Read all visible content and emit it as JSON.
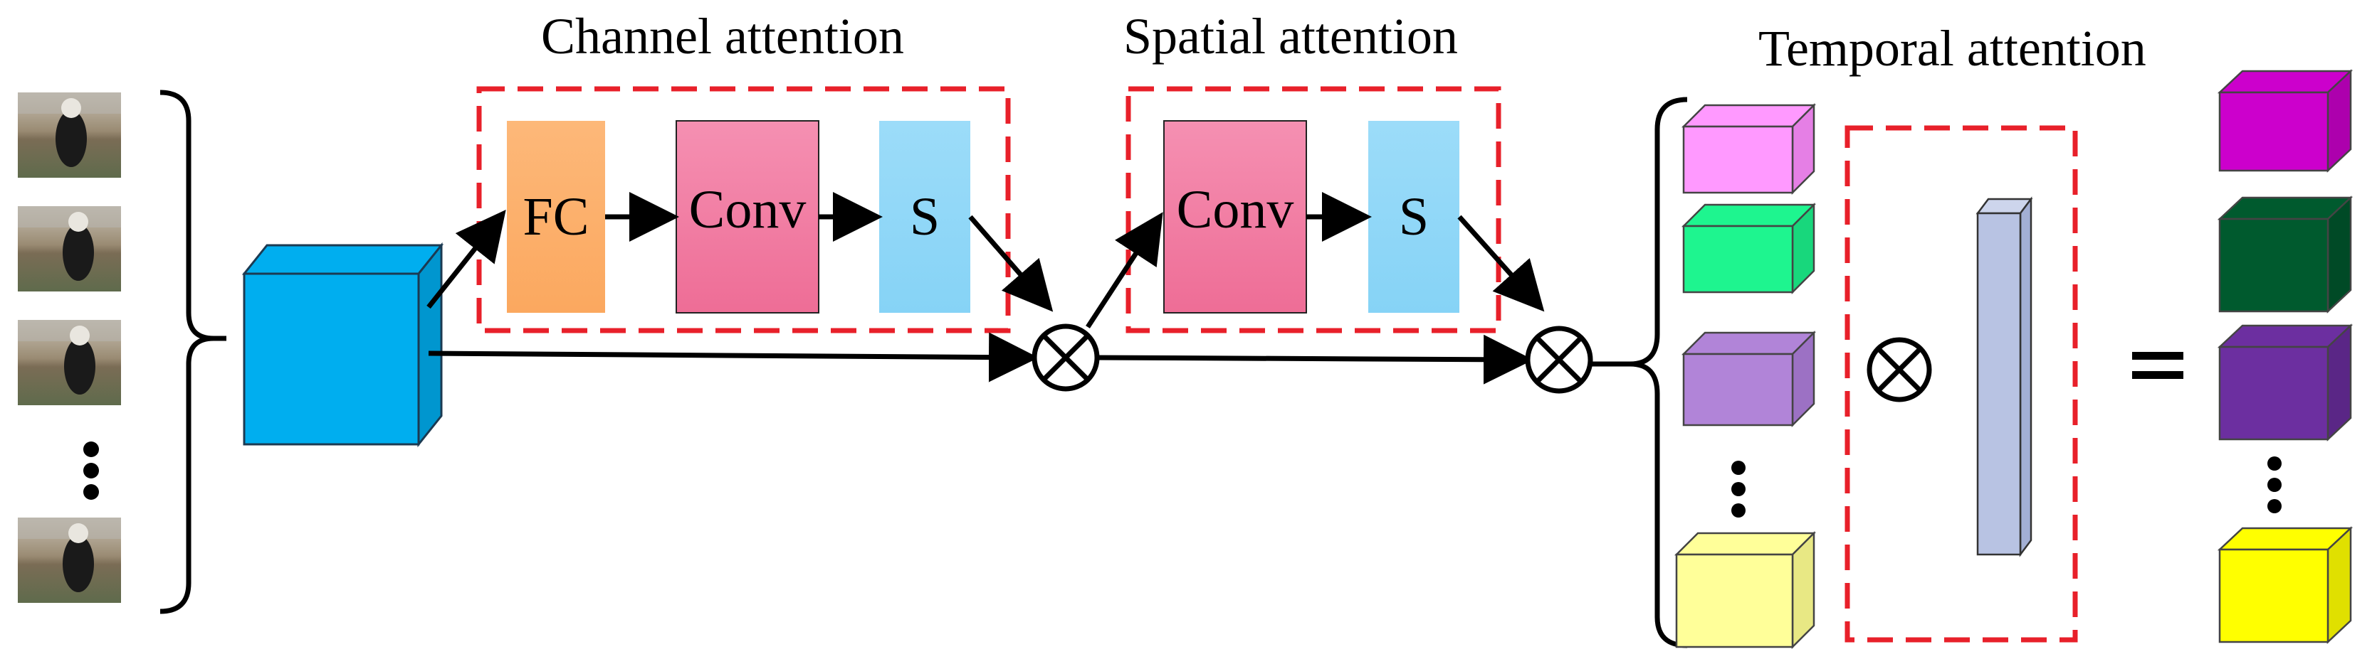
{
  "titles": {
    "channel": "Channel attention",
    "spatial": "Spatial attention",
    "temporal": "Temporal attention"
  },
  "blocks": {
    "fc": "FC",
    "conv1": "Conv",
    "s1": "S",
    "conv2": "Conv",
    "s2": "S"
  },
  "equals": "=",
  "colors": {
    "fc": "#fdb36f",
    "conv": "#f27fa5",
    "sigmoid": "#8dd8f8",
    "feature_cube": "#00aeef",
    "dashed_box": "#e8202a",
    "input_cubes": [
      "#ff99ff",
      "#1ef58f",
      "#b184d8",
      "#ffff99"
    ],
    "output_cubes": [
      "#cc00cc",
      "#005a2e",
      "#6c2fa0",
      "#ffff00"
    ],
    "temporal_vector": "#b8c3e3"
  },
  "icons": {
    "multiply": "circled-times-icon",
    "frames": "video-frame-thumbnail"
  }
}
